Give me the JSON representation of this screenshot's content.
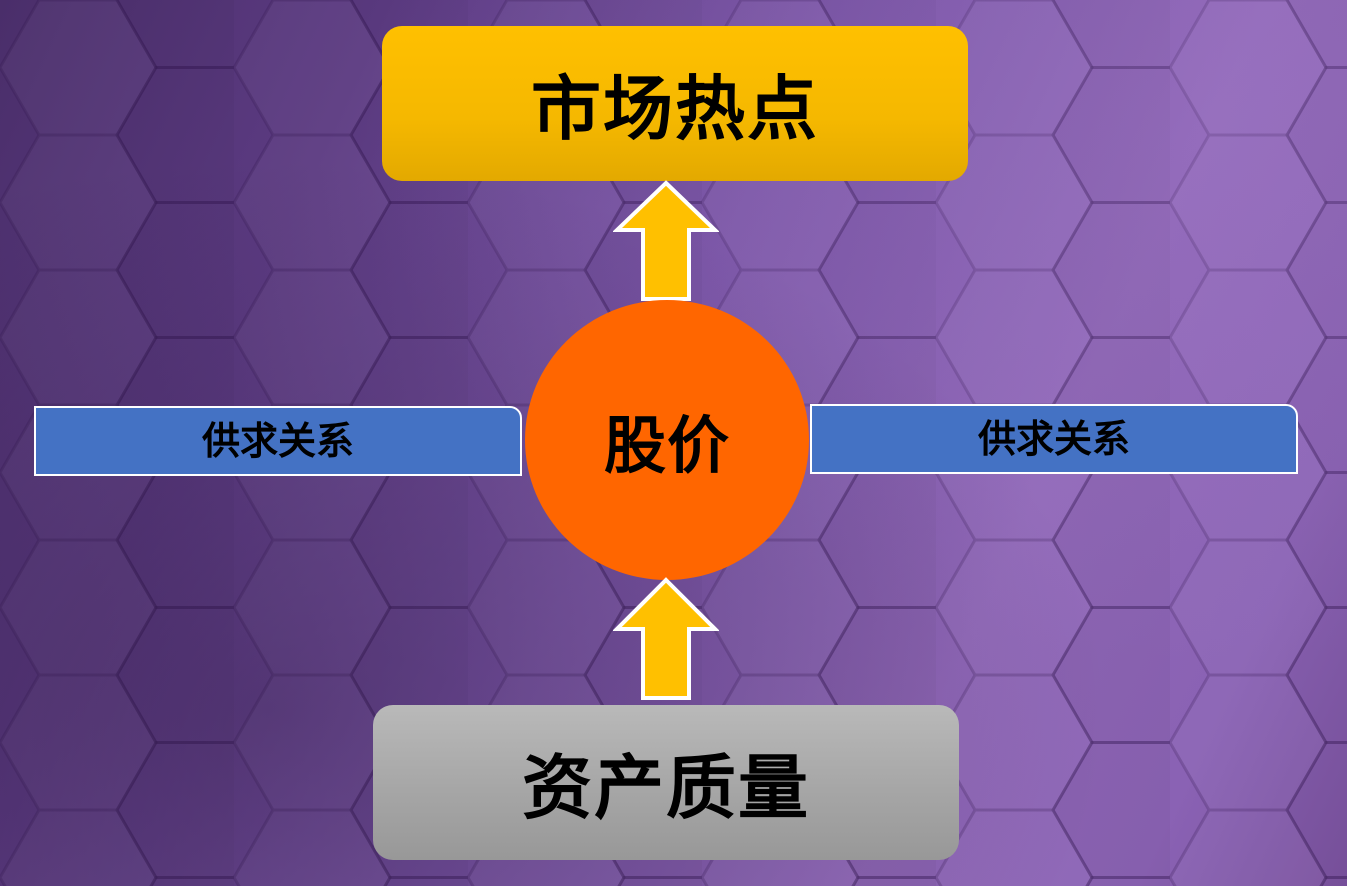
{
  "diagram": {
    "top_box_label": "市场热点",
    "center_label": "股价",
    "left_box_label": "供求关系",
    "right_box_label": "供求关系",
    "bottom_box_label": "资产质量"
  },
  "colors": {
    "top_box": "#ffc000",
    "center_circle": "#ff6600",
    "side_boxes": "#4472c4",
    "bottom_box": "#a6a6a6",
    "arrows": "#ffc000",
    "background": "#6e4a98"
  }
}
